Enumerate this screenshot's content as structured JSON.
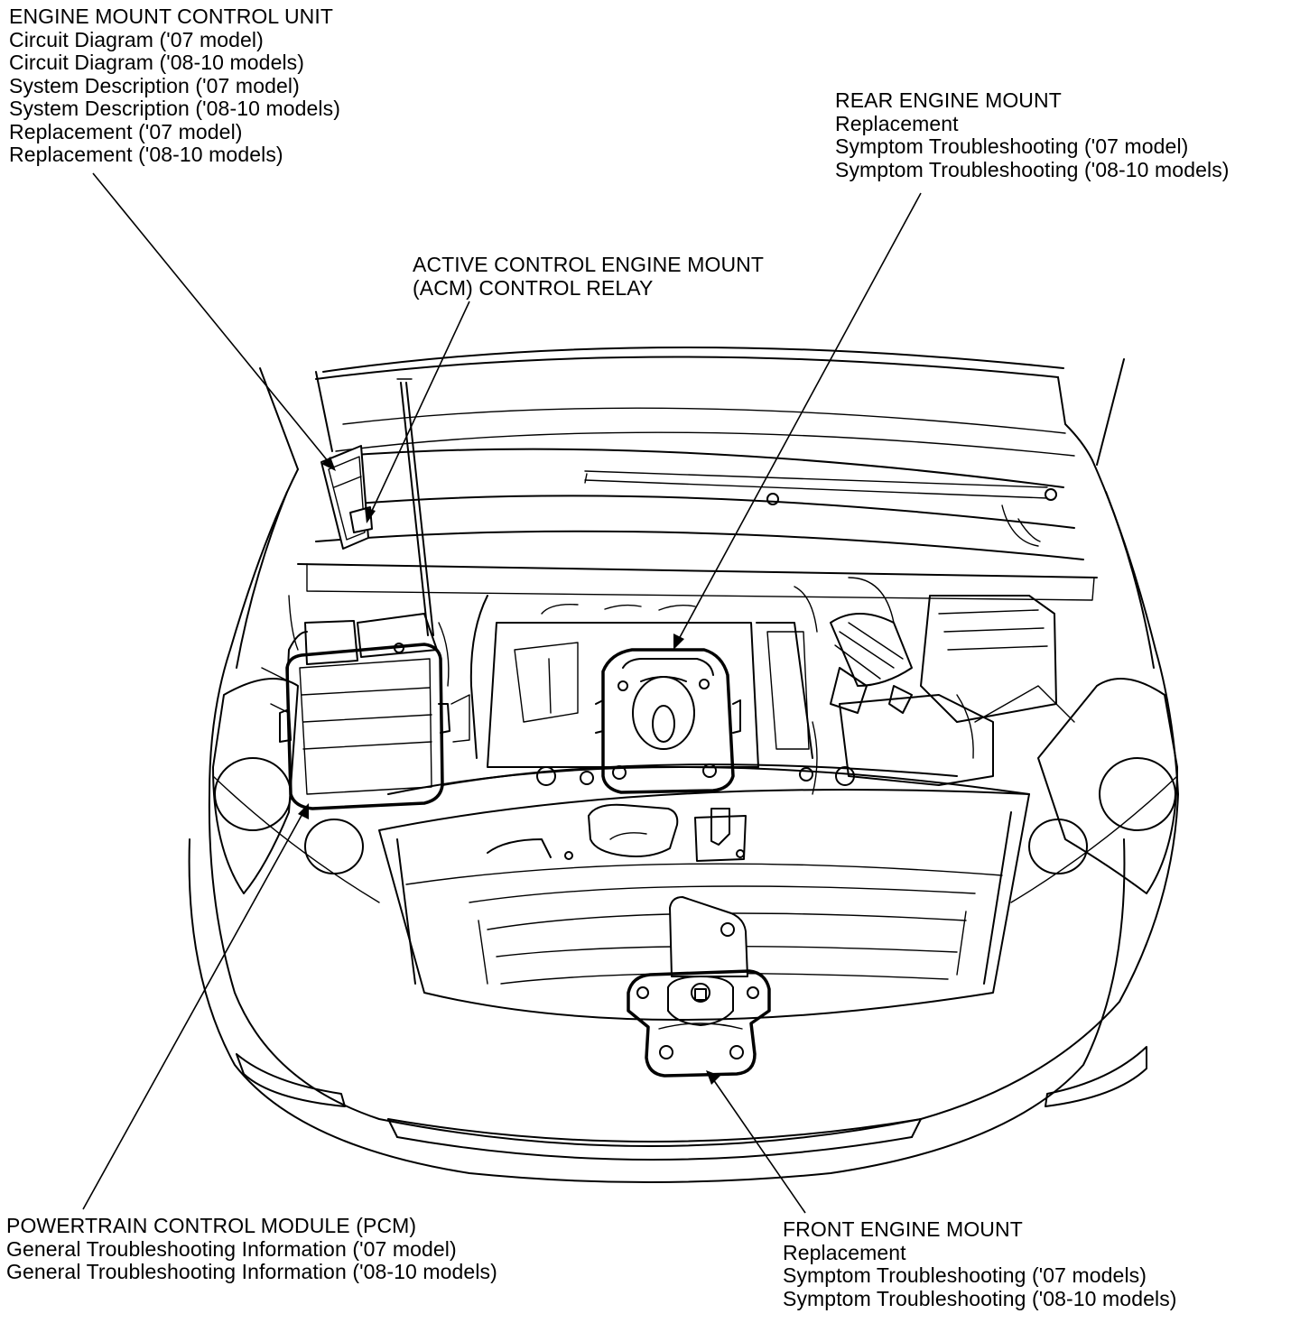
{
  "callouts": {
    "engine_mount_control_unit": {
      "heading": "ENGINE MOUNT CONTROL UNIT",
      "links": [
        "Circuit Diagram ('07 model)",
        "Circuit Diagram ('08-10 models)",
        "System Description ('07 model)",
        "System Description ('08-10 models)",
        "Replacement ('07 model)",
        "Replacement ('08-10 models)"
      ]
    },
    "acm_control_relay": {
      "heading_line1": "ACTIVE CONTROL ENGINE MOUNT",
      "heading_line2": "(ACM) CONTROL RELAY"
    },
    "rear_engine_mount": {
      "heading": "REAR ENGINE MOUNT",
      "links": [
        "Replacement",
        "Symptom Troubleshooting ('07 model)",
        "Symptom Troubleshooting ('08-10 models)"
      ]
    },
    "pcm": {
      "heading": "POWERTRAIN CONTROL MODULE (PCM)",
      "links": [
        "General Troubleshooting Information ('07 model)",
        "General Troubleshooting Information ('08-10 models)"
      ]
    },
    "front_engine_mount": {
      "heading": "FRONT ENGINE MOUNT",
      "links": [
        "Replacement",
        "Symptom Troubleshooting ('07 models)",
        "Symptom Troubleshooting ('08-10 models)"
      ]
    }
  },
  "colors": {
    "line": "#000000",
    "background": "#ffffff"
  },
  "icons": [
    "vehicle-front-view-drawing",
    "engine-mount-control-unit-icon",
    "acm-relay-icon",
    "rear-engine-mount-icon",
    "front-engine-mount-icon",
    "pcm-icon"
  ]
}
